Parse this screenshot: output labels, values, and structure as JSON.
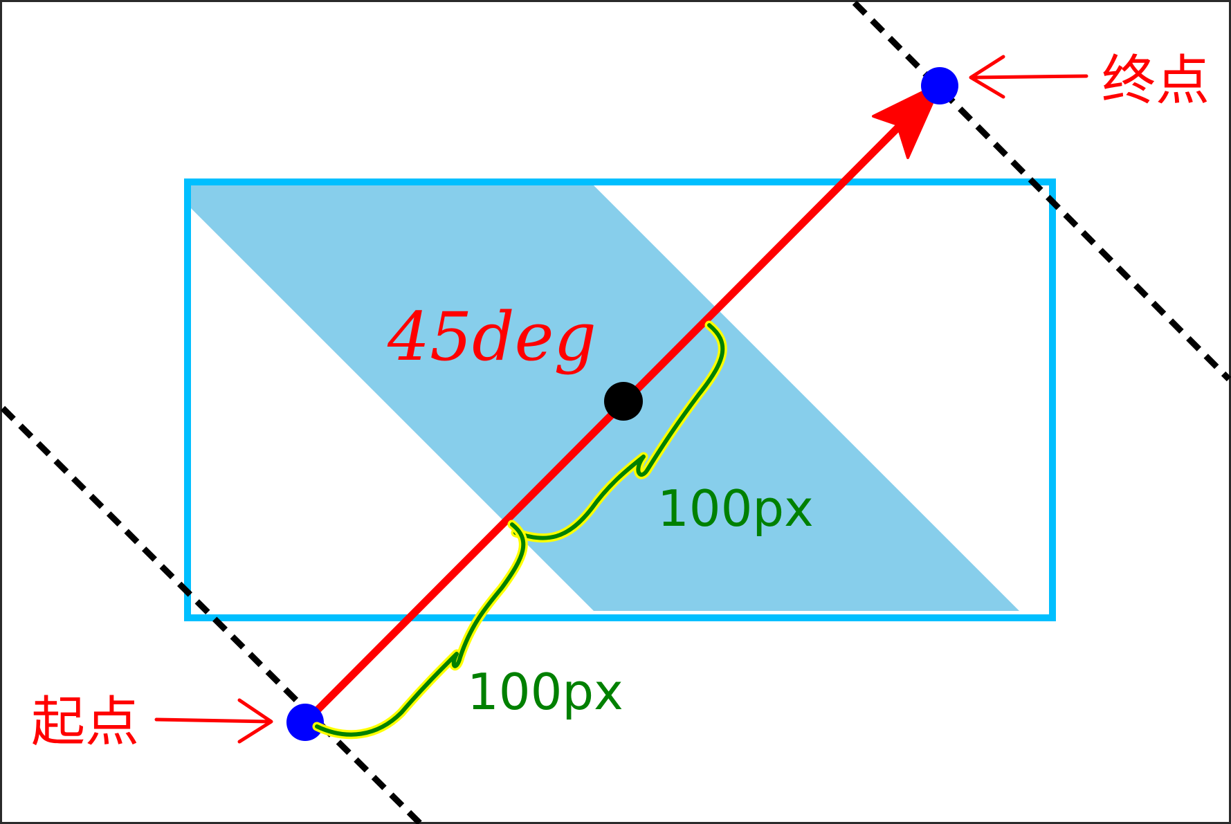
{
  "angle_label": "45deg",
  "start_label": "起点",
  "end_label": "终点",
  "measure_labels": [
    "100px",
    "100px"
  ],
  "colors": {
    "background": "#ffffff",
    "frame": "#2a2a2a",
    "box_border": "#00bfff",
    "stripe": "#87ceeb",
    "gradient_line": "#ff0000",
    "endpoint_dot": "#0000ff",
    "center_dot": "#000000",
    "dashed_line": "#000000",
    "brace": "#008000",
    "brace_halo": "#ffff00",
    "measure_text": "#008000",
    "label_text": "#ff0000"
  },
  "icons": {
    "start_arrow": "right-arrow",
    "end_arrow": "left-arrow",
    "gradient_arrow": "arrowhead"
  }
}
